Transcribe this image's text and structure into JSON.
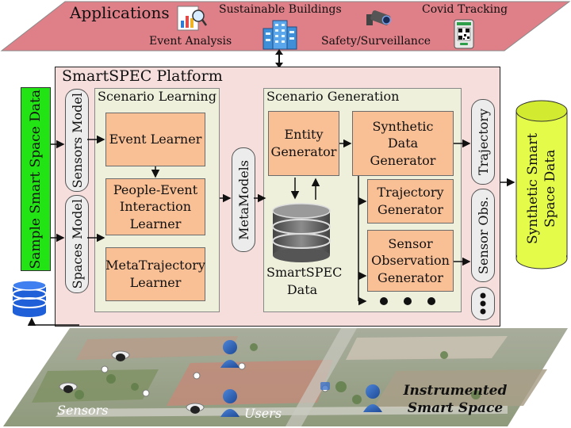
{
  "applications": {
    "title": "Applications",
    "items": [
      "Event Analysis",
      "Sustainable Buildings",
      "Safety/Surveillance",
      "Covid Tracking"
    ]
  },
  "platform": {
    "title": "SmartSPEC Platform",
    "sensors_model": "Sensors Model",
    "spaces_model": "Spaces Model",
    "scenario_learning": {
      "title": "Scenario Learning",
      "event_learner": "Event Learner",
      "people_event": "People-Event Interaction Learner",
      "metatrajectory": "MetaTrajectory Learner"
    },
    "metamodels": "MetaModels",
    "scenario_generation": {
      "title": "Scenario Generation",
      "entity_generator": "Entity Generator",
      "synthetic_data_generator": "Synthetic Data Generator",
      "trajectory_generator": "Trajectory Generator",
      "sensor_observation_generator": "Sensor Observation Generator",
      "db_label": "SmartSPEC Data"
    },
    "trajectory": "Trajectory",
    "sensor_obs": "Sensor Obs."
  },
  "sample_data": "Sample Smart Space Data",
  "synthetic_data": "Synthetic Smart Space Data",
  "space": {
    "sensors": "Sensors",
    "users": "Users",
    "instrumented": "Instrumented Smart Space"
  },
  "colors": {
    "applications_bg": "#df7f88",
    "platform_bg": "#f6dedd",
    "panel_bg": "#eef0dc",
    "box_bg": "#f9bf95",
    "sample_green": "#22e314",
    "cylinder_yellow": "#e5fb4a",
    "db_blue": "#1f5fd8"
  }
}
